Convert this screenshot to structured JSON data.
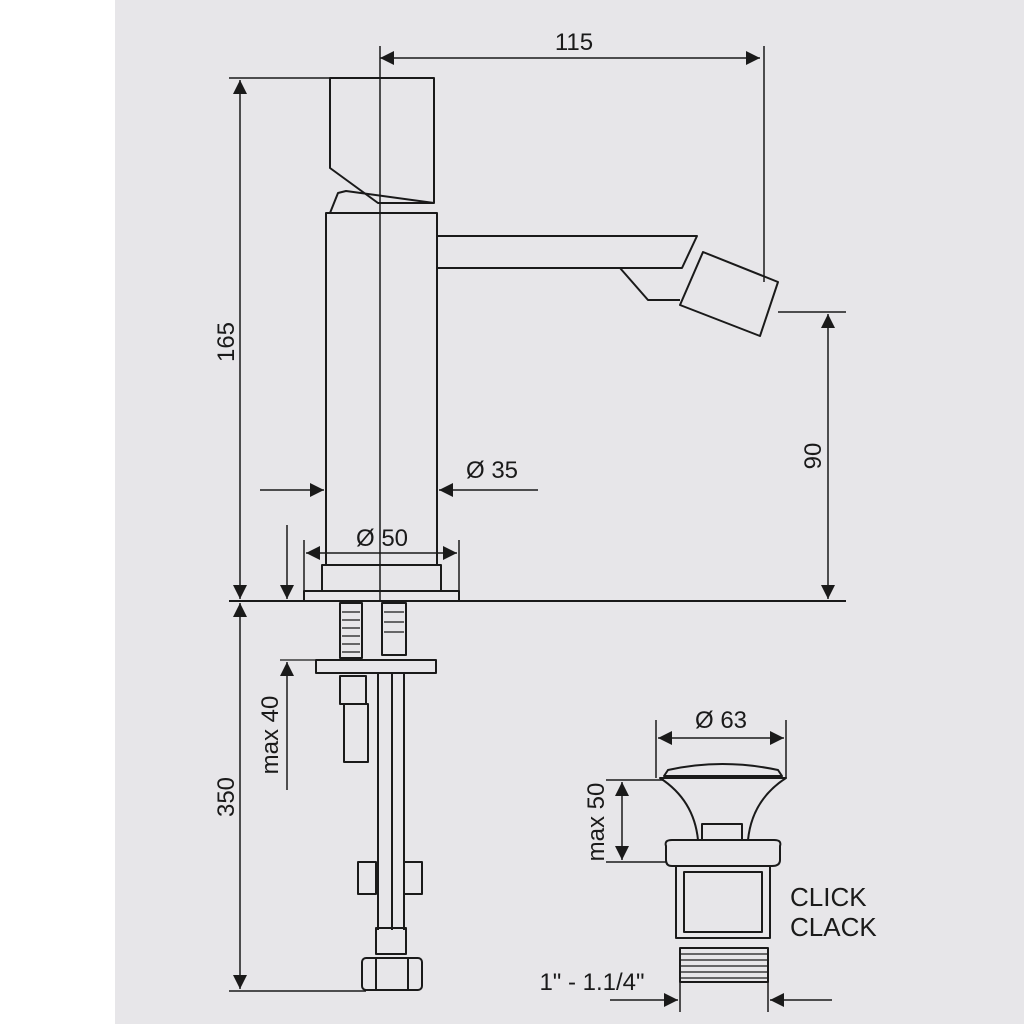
{
  "drawing": {
    "background_color": "#e7e6e9",
    "frame_color": "#ffffff",
    "line_color": "#1a1a1a"
  },
  "dimensions": {
    "spout_reach": "115",
    "total_height": "165",
    "outlet_height": "90",
    "body_diameter": "Ø 35",
    "base_diameter": "Ø 50",
    "counter_thickness": "max 40",
    "flexible_length": "350"
  },
  "waste": {
    "head_diameter": "Ø 63",
    "basin_thickness": "max 50",
    "name_line_1": "CLICK",
    "name_line_2": "CLACK",
    "thread_size": "1\" - 1.1/4\""
  }
}
